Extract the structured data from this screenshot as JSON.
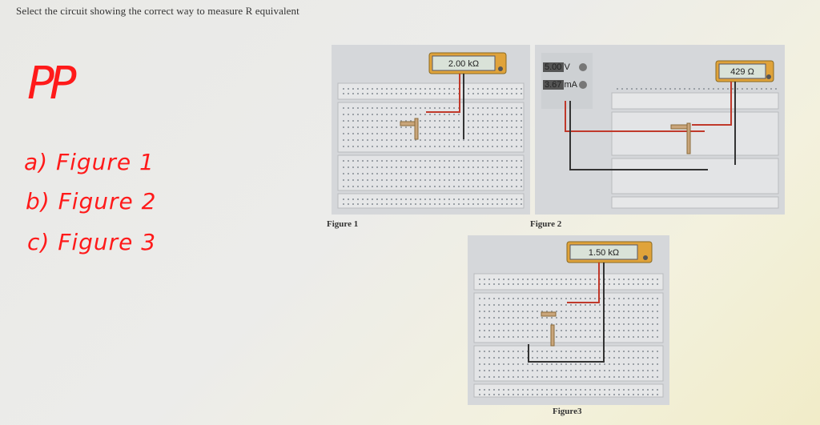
{
  "question": "Select the circuit showing the correct way to measure R equivalent",
  "handwriting": {
    "pp": "PP",
    "option_a": "a) Figure 1",
    "option_b": "b) Figure 2",
    "option_c": "c) Figure 3"
  },
  "figure1": {
    "caption": "Figure 1",
    "meter_reading": "2.00 kΩ"
  },
  "figure2": {
    "caption": "Figure 2",
    "supply_voltage": "5.00 V",
    "supply_current": "3.67 mA",
    "meter_reading": "429 Ω"
  },
  "figure3": {
    "caption": "Figure3",
    "meter_reading": "1.50 kΩ"
  },
  "colors": {
    "ink_red": "#ff1a1a",
    "meter_body": "#e0a33a",
    "wire_red": "#c0392b",
    "wire_dark": "#333333"
  }
}
